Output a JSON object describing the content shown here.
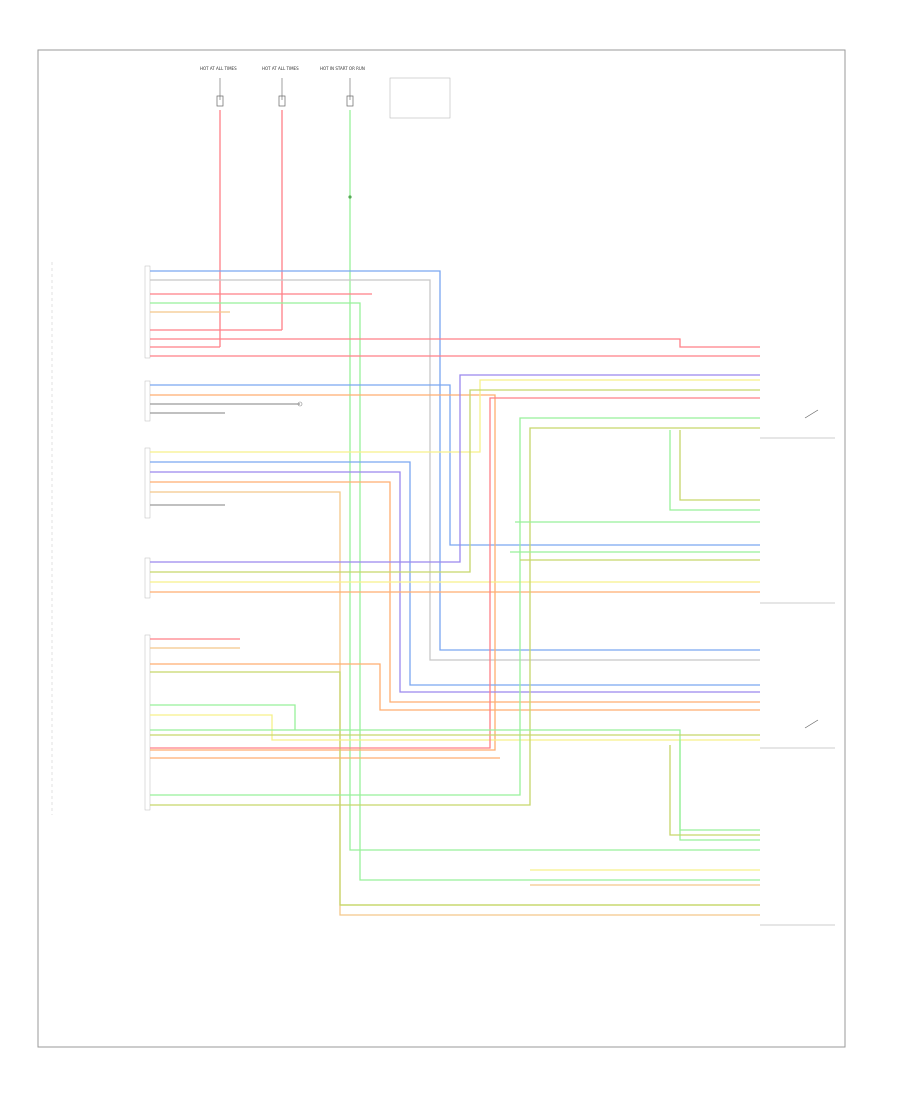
{
  "colors": {
    "red": "#ff7f87",
    "green": "#98f09a",
    "blue": "#7aa6f0",
    "violet": "#9a88ee",
    "yellow": "#f6f08a",
    "tan": "#f4c88a",
    "orange": "#ffae70",
    "gray": "#c8c8c8",
    "olive": "#c6d66a",
    "frame": "#9a9a9a"
  },
  "page_label": "",
  "top_labels": [
    {
      "id": "fuse-a",
      "text": "HOT AT ALL TIMES"
    },
    {
      "id": "fuse-b",
      "text": "HOT AT ALL TIMES"
    },
    {
      "id": "fuse-c",
      "text": "HOT IN START OR RUN"
    }
  ],
  "left_module_label": "",
  "left_groups": [
    {
      "id": "g1",
      "pins": [
        "",
        "",
        "",
        "",
        "",
        "",
        "",
        "",
        ""
      ]
    },
    {
      "id": "g2",
      "pins": [
        "",
        "",
        "",
        ""
      ]
    },
    {
      "id": "g3",
      "pins": [
        "",
        "",
        "",
        "",
        "",
        "",
        ""
      ]
    },
    {
      "id": "g4",
      "pins": [
        "",
        "",
        "",
        ""
      ]
    },
    {
      "id": "g5",
      "pins": [
        "",
        "",
        "",
        "",
        "",
        "",
        "",
        "",
        "",
        "",
        "",
        "",
        "",
        ""
      ]
    }
  ],
  "right_components": [
    {
      "id": "left-heated-seat",
      "text": ""
    },
    {
      "id": "left-seat-switch",
      "text": ""
    },
    {
      "id": "right-heated-seat",
      "text": ""
    },
    {
      "id": "right-seat-switch",
      "text": ""
    }
  ]
}
